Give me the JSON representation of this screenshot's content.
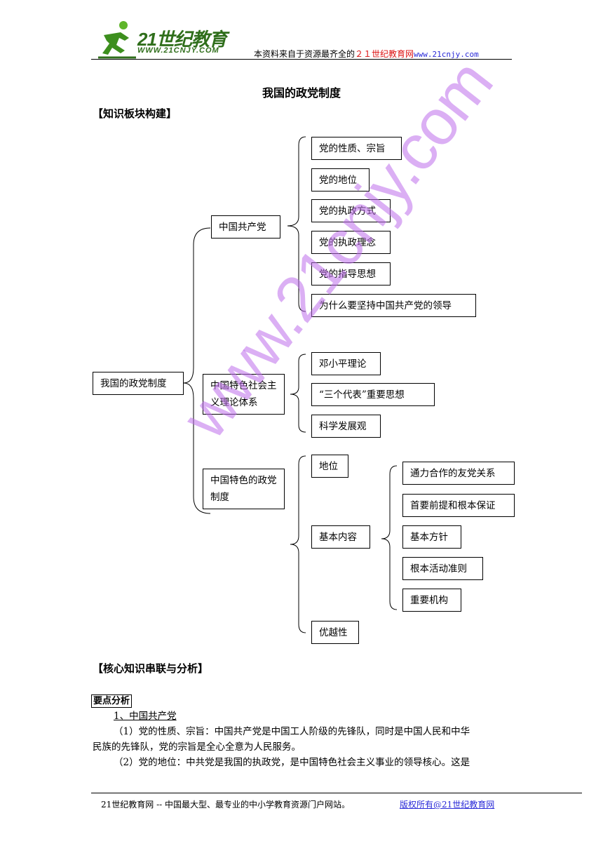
{
  "header": {
    "logo_text": "21世纪教育",
    "logo_url": "WWW.21CNJY.COM",
    "note_prefix": "本资料来自于资源最齐全的",
    "note_brand": "２１世纪教育网",
    "note_url": "www.21cnjy.com"
  },
  "title": "我国的政党制度",
  "section1": "【知识板块构建】",
  "tree": {
    "root": "我国的政党制度",
    "b1": {
      "label": "中国共产党",
      "children": [
        "党的性质、宗旨",
        "党的地位",
        "党的执政方式",
        "党的执政理念",
        "党的指导思想",
        "为什么要坚持中国共产党的领导"
      ]
    },
    "b2": {
      "label": "中国特色社会主义理论体系",
      "children": [
        "邓小平理论",
        "“三个代表”重要思想",
        "科学发展观"
      ]
    },
    "b3": {
      "label": "中国特色的政党制度",
      "children": [
        "地位",
        "基本内容",
        "优越性"
      ],
      "sub": [
        "通力合作的友党关系",
        "首要前提和根本保证",
        "基本方针",
        "根本活动准则",
        "重要机构"
      ]
    }
  },
  "watermark": "www.21cnjy.com",
  "section2": "【核心知识串联与分析】",
  "key_points_label": "要点分析",
  "content": {
    "h1": "1、中国共产党",
    "p1_line1": "（1）党的性质、宗旨：中国共产党是中国工人阶级的先锋队，同时是中国人民和中华",
    "p1_line2": "民族的先锋队，党的宗旨是全心全意为人民服务。",
    "p2_line1": "（2）党的地位：中共党是我国的执政党，是中国特色社会主义事业的领导核心。这是"
  },
  "footer": {
    "left": "21世纪教育网 -- 中国最大型、最专业的中小学教育资源门户网站。",
    "right": "版权所有@21世纪教育网"
  }
}
